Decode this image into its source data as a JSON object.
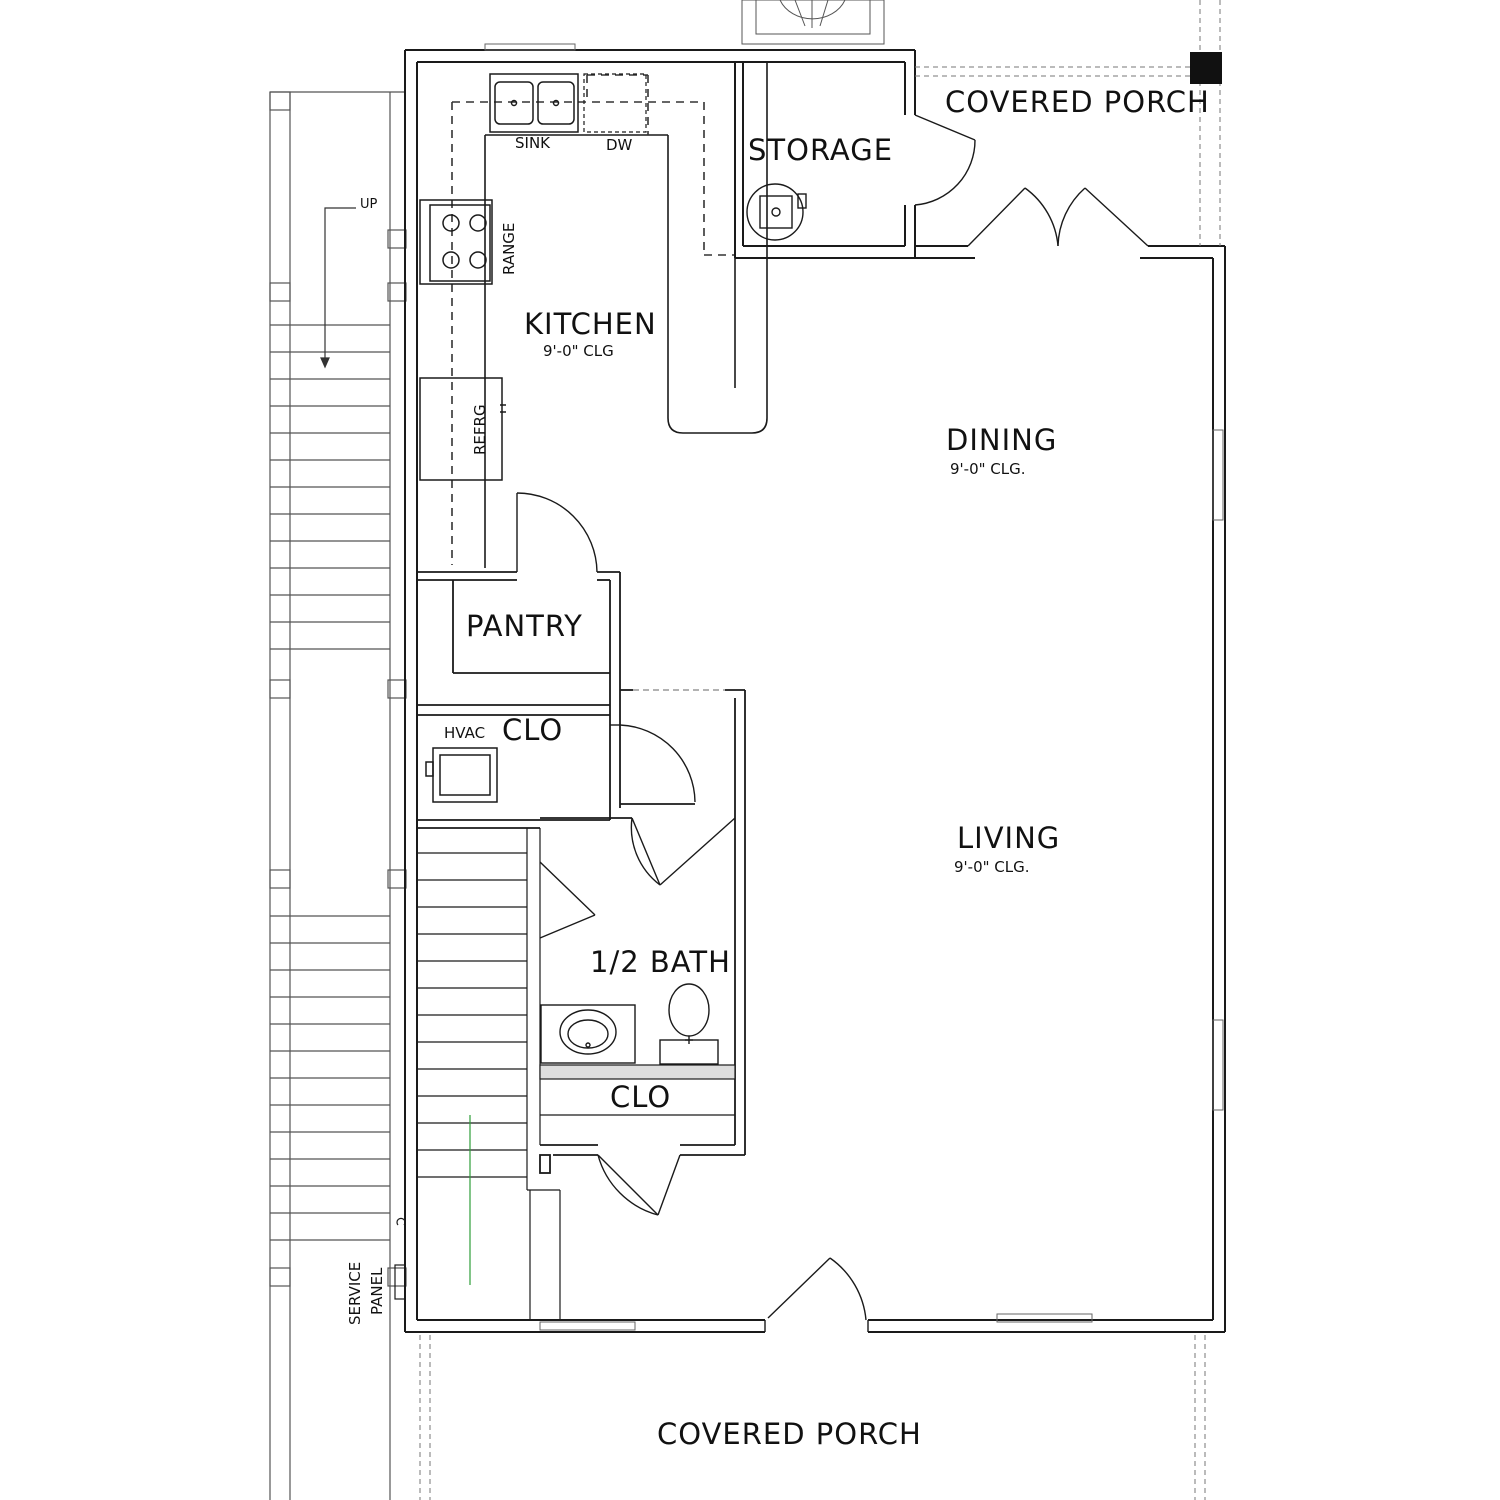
{
  "rooms": {
    "covered_porch_top": "COVERED PORCH",
    "storage": "STORAGE",
    "kitchen": "KITCHEN",
    "kitchen_clg": "9'-0\" CLG",
    "dining": "DINING",
    "dining_clg": "9'-0\" CLG.",
    "pantry": "PANTRY",
    "hvac": "HVAC",
    "clo_hvac": "CLO",
    "living": "LIVING",
    "living_clg": "9'-0\" CLG.",
    "half_bath": "1/2 BATH",
    "clo_bath": "CLO",
    "covered_porch_bottom": "COVERED PORCH"
  },
  "fixtures": {
    "sink": "SINK",
    "dw": "DW",
    "range": "RANGE",
    "refrg": "REFRG",
    "up": "UP",
    "service": "SERVICE",
    "panel": "PANEL"
  },
  "colors": {
    "line": "#1a1a1a",
    "light_line": "#777777",
    "fill_dark": "#111111",
    "accent_green": "#2e9e3a"
  }
}
